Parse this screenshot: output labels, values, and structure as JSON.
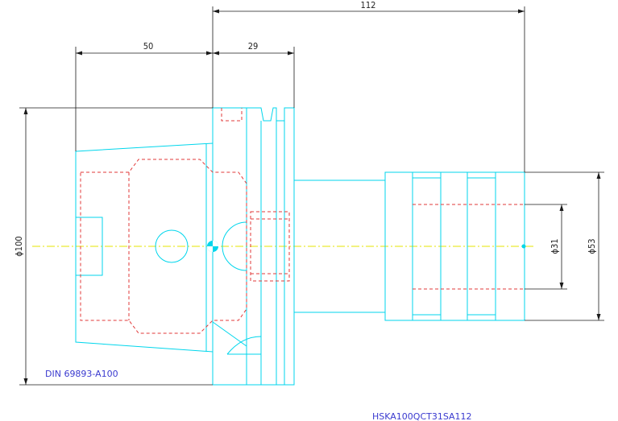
{
  "dimensions": {
    "overall_length": "112",
    "flange_offset": "50",
    "collar_length": "29",
    "diameter_flange": "ϕ100",
    "diameter_bore": "ϕ31",
    "diameter_shank": "ϕ53"
  },
  "labels": {
    "standard": "DIN 69893-A100",
    "part_number": "HSKA100QCT31SA112"
  },
  "colors": {
    "outline": "#00d6ec",
    "hidden": "#e23a3a",
    "dimension": "#1a1a1a",
    "centerline": "#e6e600",
    "annotation": "#3a3acf"
  }
}
